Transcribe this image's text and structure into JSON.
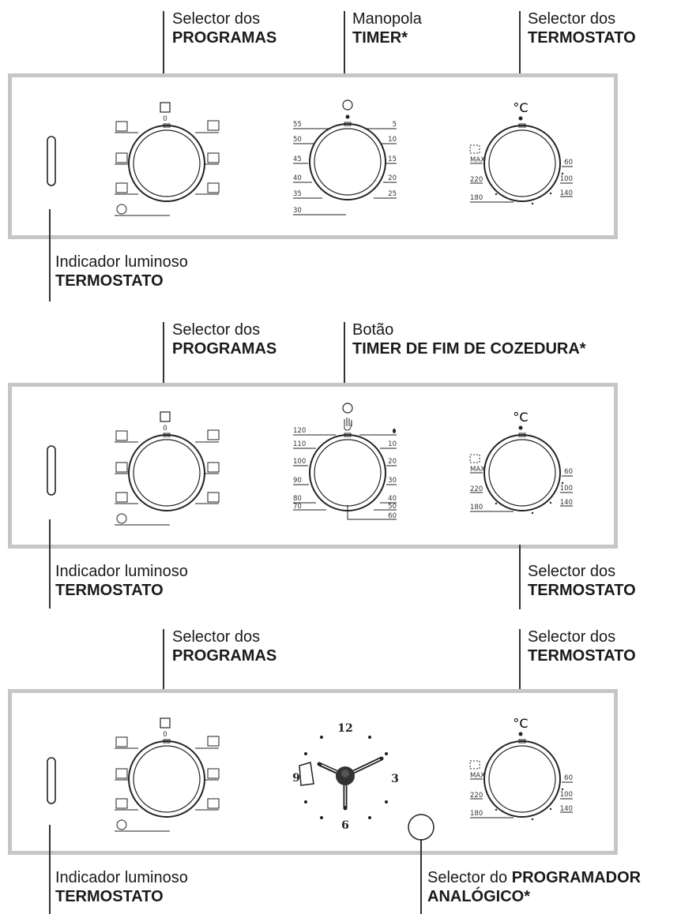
{
  "labels": {
    "p1_programs_l1": "Selector dos",
    "p1_programs_l2": "PROGRAMAS",
    "p1_timer_l1": "Manopola",
    "p1_timer_l2": "TIMER*",
    "p1_thermo_l1": "Selector dos",
    "p1_thermo_l2": "TERMOSTATO",
    "p1_lamp_l1": "Indicador luminoso",
    "p1_lamp_l2": "TERMOSTATO",
    "p2_programs_l1": "Selector dos",
    "p2_programs_l2": "PROGRAMAS",
    "p2_timer_l1": "Botão",
    "p2_timer_l2": "TIMER DE FIM DE COZEDURA*",
    "p2_lamp_l1": "Indicador luminoso",
    "p2_lamp_l2": "TERMOSTATO",
    "p2_thermo_l1": "Selector dos",
    "p2_thermo_l2": "TERMOSTATO",
    "p3_programs_l1": "Selector dos",
    "p3_programs_l2": "PROGRAMAS",
    "p3_thermo_l1": "Selector dos",
    "p3_thermo_l2": "TERMOSTATO",
    "p3_lamp_l1": "Indicador luminoso",
    "p3_lamp_l2": "TERMOSTATO",
    "p3_analog_l1a": "Selector do ",
    "p3_analog_l1b": "PROGRAMADOR",
    "p3_analog_l2": "ANALÓGICO*"
  },
  "program_dial": {
    "zero": "0"
  },
  "timer_dial": {
    "left": [
      "55",
      "50",
      "45",
      "40",
      "35",
      "30"
    ],
    "right": [
      "5",
      "10",
      "15",
      "20",
      "25"
    ]
  },
  "end_timer_dial": {
    "left": [
      "120",
      "110",
      "100",
      "90",
      "80",
      "70"
    ],
    "right": [
      "10",
      "20",
      "30",
      "40",
      "50",
      "60"
    ]
  },
  "thermo_dial": {
    "unit": "°C",
    "max": "MAX",
    "left": [
      "220",
      "180"
    ],
    "right": [
      "60",
      "100",
      "140"
    ]
  },
  "clock": {
    "n12": "12",
    "n3": "3",
    "n6": "6",
    "n9": "9"
  }
}
